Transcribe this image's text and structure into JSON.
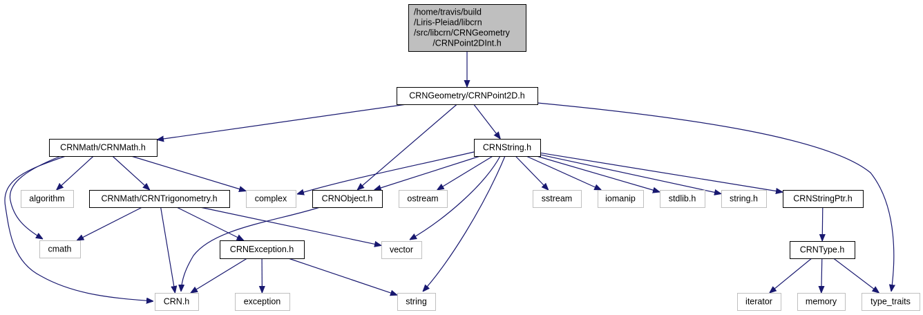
{
  "diagram": {
    "type": "include-dependency-graph",
    "colors": {
      "edge": "#191970",
      "root_fill": "#bfbfbf",
      "root_border": "#000000",
      "project_border": "#000000",
      "system_border": "#bfbfbf",
      "node_fill": "#ffffff"
    },
    "nodes": [
      {
        "id": "root",
        "kind": "root",
        "lines": [
          "/home/travis/build",
          "/Liris-Pleiad/libcrn",
          "/src/libcrn/CRNGeometry",
          "/CRNPoint2DInt.h"
        ]
      },
      {
        "id": "point2d",
        "kind": "project",
        "lines": [
          "CRNGeometry/CRNPoint2D.h"
        ]
      },
      {
        "id": "crnmath",
        "kind": "project",
        "lines": [
          "CRNMath/CRNMath.h"
        ]
      },
      {
        "id": "crnstring",
        "kind": "project",
        "lines": [
          "CRNString.h"
        ]
      },
      {
        "id": "algorithm",
        "kind": "system",
        "lines": [
          "algorithm"
        ]
      },
      {
        "id": "trig",
        "kind": "project",
        "lines": [
          "CRNMath/CRNTrigonometry.h"
        ]
      },
      {
        "id": "complex",
        "kind": "system",
        "lines": [
          "complex"
        ]
      },
      {
        "id": "crnobject",
        "kind": "project",
        "lines": [
          "CRNObject.h"
        ]
      },
      {
        "id": "ostream",
        "kind": "system",
        "lines": [
          "ostream"
        ]
      },
      {
        "id": "sstream",
        "kind": "system",
        "lines": [
          "sstream"
        ]
      },
      {
        "id": "iomanip",
        "kind": "system",
        "lines": [
          "iomanip"
        ]
      },
      {
        "id": "stdlib",
        "kind": "system",
        "lines": [
          "stdlib.h"
        ]
      },
      {
        "id": "stringh",
        "kind": "system",
        "lines": [
          "string.h"
        ]
      },
      {
        "id": "stringptr",
        "kind": "project",
        "lines": [
          "CRNStringPtr.h"
        ]
      },
      {
        "id": "cmath",
        "kind": "system",
        "lines": [
          "cmath"
        ]
      },
      {
        "id": "exceptionh",
        "kind": "project",
        "lines": [
          "CRNException.h"
        ]
      },
      {
        "id": "vector",
        "kind": "system",
        "lines": [
          "vector"
        ]
      },
      {
        "id": "crntype",
        "kind": "project",
        "lines": [
          "CRNType.h"
        ]
      },
      {
        "id": "crnh",
        "kind": "system",
        "lines": [
          "CRN.h"
        ]
      },
      {
        "id": "exception",
        "kind": "system",
        "lines": [
          "exception"
        ]
      },
      {
        "id": "string",
        "kind": "system",
        "lines": [
          "string"
        ]
      },
      {
        "id": "iterator",
        "kind": "system",
        "lines": [
          "iterator"
        ]
      },
      {
        "id": "memory",
        "kind": "system",
        "lines": [
          "memory"
        ]
      },
      {
        "id": "type_traits",
        "kind": "system",
        "lines": [
          "type_traits"
        ]
      }
    ],
    "edges": [
      [
        "root",
        "point2d"
      ],
      [
        "point2d",
        "crnmath"
      ],
      [
        "point2d",
        "crnobject"
      ],
      [
        "point2d",
        "crnstring"
      ],
      [
        "point2d",
        "type_traits"
      ],
      [
        "crnmath",
        "crnh"
      ],
      [
        "crnmath",
        "cmath"
      ],
      [
        "crnmath",
        "algorithm"
      ],
      [
        "crnmath",
        "trig"
      ],
      [
        "crnmath",
        "complex"
      ],
      [
        "trig",
        "cmath"
      ],
      [
        "trig",
        "crnh"
      ],
      [
        "trig",
        "exceptionh"
      ],
      [
        "trig",
        "vector"
      ],
      [
        "crnobject",
        "crnh"
      ],
      [
        "exceptionh",
        "crnh"
      ],
      [
        "exceptionh",
        "exception"
      ],
      [
        "exceptionh",
        "string"
      ],
      [
        "crnstring",
        "complex"
      ],
      [
        "crnstring",
        "crnobject"
      ],
      [
        "crnstring",
        "ostream"
      ],
      [
        "crnstring",
        "vector"
      ],
      [
        "crnstring",
        "string"
      ],
      [
        "crnstring",
        "sstream"
      ],
      [
        "crnstring",
        "iomanip"
      ],
      [
        "crnstring",
        "stdlib"
      ],
      [
        "crnstring",
        "stringh"
      ],
      [
        "crnstring",
        "stringptr"
      ],
      [
        "stringptr",
        "crntype"
      ],
      [
        "crntype",
        "iterator"
      ],
      [
        "crntype",
        "memory"
      ],
      [
        "crntype",
        "type_traits"
      ]
    ]
  }
}
